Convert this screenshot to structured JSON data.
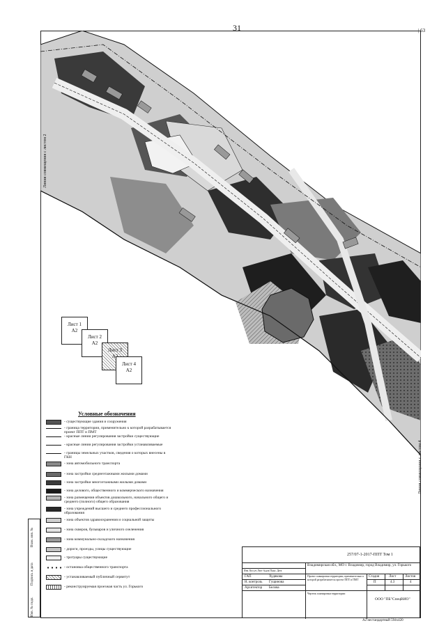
{
  "page_number": "31",
  "sheet_code": "| 63",
  "match_line_left": "Линия совмещения с листом 2",
  "match_line_right": "Линия совмещения с листом 4",
  "key_plan": [
    {
      "label": "Лист 1",
      "format": "А2"
    },
    {
      "label": "Лист 2",
      "format": "А2"
    },
    {
      "label": "Лист 3",
      "format": "А2"
    },
    {
      "label": "Лист 4",
      "format": "А2"
    }
  ],
  "legend": {
    "title": "Условные обозначения",
    "items": [
      {
        "text": "- существующие здания и сооружения",
        "swatch": "#555555",
        "style": "fill"
      },
      {
        "text": "- граница территории, применительно к которой разрабатывается проект ППТ и ПМТ",
        "swatch": "#111111",
        "style": "line"
      },
      {
        "text": "- красные линии регулирования застройки существующие",
        "swatch": "#111111",
        "style": "line"
      },
      {
        "text": "- красные линии регулирования застройки устанавливаемые",
        "swatch": "#111111",
        "style": "line"
      },
      {
        "text": "- границы земельных участков, сведения о которых внесены в ГКН",
        "swatch": "#111111",
        "style": "line"
      },
      {
        "text": "- зона автомобильного транспорта",
        "swatch": "#8a8a8a",
        "style": "fill"
      },
      {
        "text": "- зона застройки среднеэтажными жилыми домами",
        "swatch": "#6a6a6a",
        "style": "fill"
      },
      {
        "text": "- зона застройки многоэтажными жилыми домами",
        "swatch": "#3a3a3a",
        "style": "fill"
      },
      {
        "text": "- зона делового, общественного и коммерческого назначения",
        "swatch": "#1a1a1a",
        "style": "fill"
      },
      {
        "text": "- зона размещения объектов дошкольного, начального общего и среднего (полного) общего образования",
        "swatch": "#b5b5b5",
        "style": "fill"
      },
      {
        "text": "- зона учреждений высшего и среднего профессионального образования",
        "swatch": "#2a2a2a",
        "style": "fill"
      },
      {
        "text": "- зона объектов здравоохранения и социальной защиты",
        "swatch": "#d0d0d0",
        "style": "fill"
      },
      {
        "text": "- зона скверов, бульваров и уличного озеленения",
        "swatch": "#e4e4e4",
        "style": "fill"
      },
      {
        "text": "- зона коммунально-складского назначения",
        "swatch": "#9a9a9a",
        "style": "fill"
      },
      {
        "text": "- дороги, проезды, улицы существующие",
        "swatch": "#c4c4c4",
        "style": "fill"
      },
      {
        "text": "- тротуары существующие",
        "swatch": "#f0f0f0",
        "style": "fill"
      },
      {
        "text": "- остановка общественного транспорта",
        "swatch": "#111111",
        "style": "dots"
      },
      {
        "text": "- устанавливаемый публичный сервитут",
        "swatch": "#888888",
        "style": "hatch"
      },
      {
        "text": "- реконструируемая проезжая часть ул. Горького",
        "swatch": "#666666",
        "style": "grid"
      }
    ]
  },
  "title_block": {
    "code": "257/07-1-2017-ППТ Том 1",
    "address": "Владимирская обл., МО г. Владимир, город Владимир, ул. Горького",
    "project": "Проект планировки территории, применительно к которой разрабатывается проект ППТ и ПМТ",
    "drawing": "Чертеж планировки территории",
    "stage_header": "Стадия",
    "sheet_header": "Лист",
    "sheets_header": "Листов",
    "stage": "П",
    "sheet": "4.3",
    "sheets": "4",
    "company": "ООО \"ПБ\"СпецВИО\"",
    "roles": [
      "ГАП",
      "Н. контроль",
      "Архитектор"
    ],
    "names": [
      "Худякова",
      "Гущинова",
      "Белова"
    ],
    "headers": [
      "Изм.",
      "Кол.уч",
      "Лист",
      "№док",
      "Подп.",
      "Дата"
    ],
    "format_note": "А2 нестандартный 594х420"
  },
  "left_stamp": [
    "Взам. инв. №",
    "Подпись и дата",
    "Инв. № подл."
  ]
}
